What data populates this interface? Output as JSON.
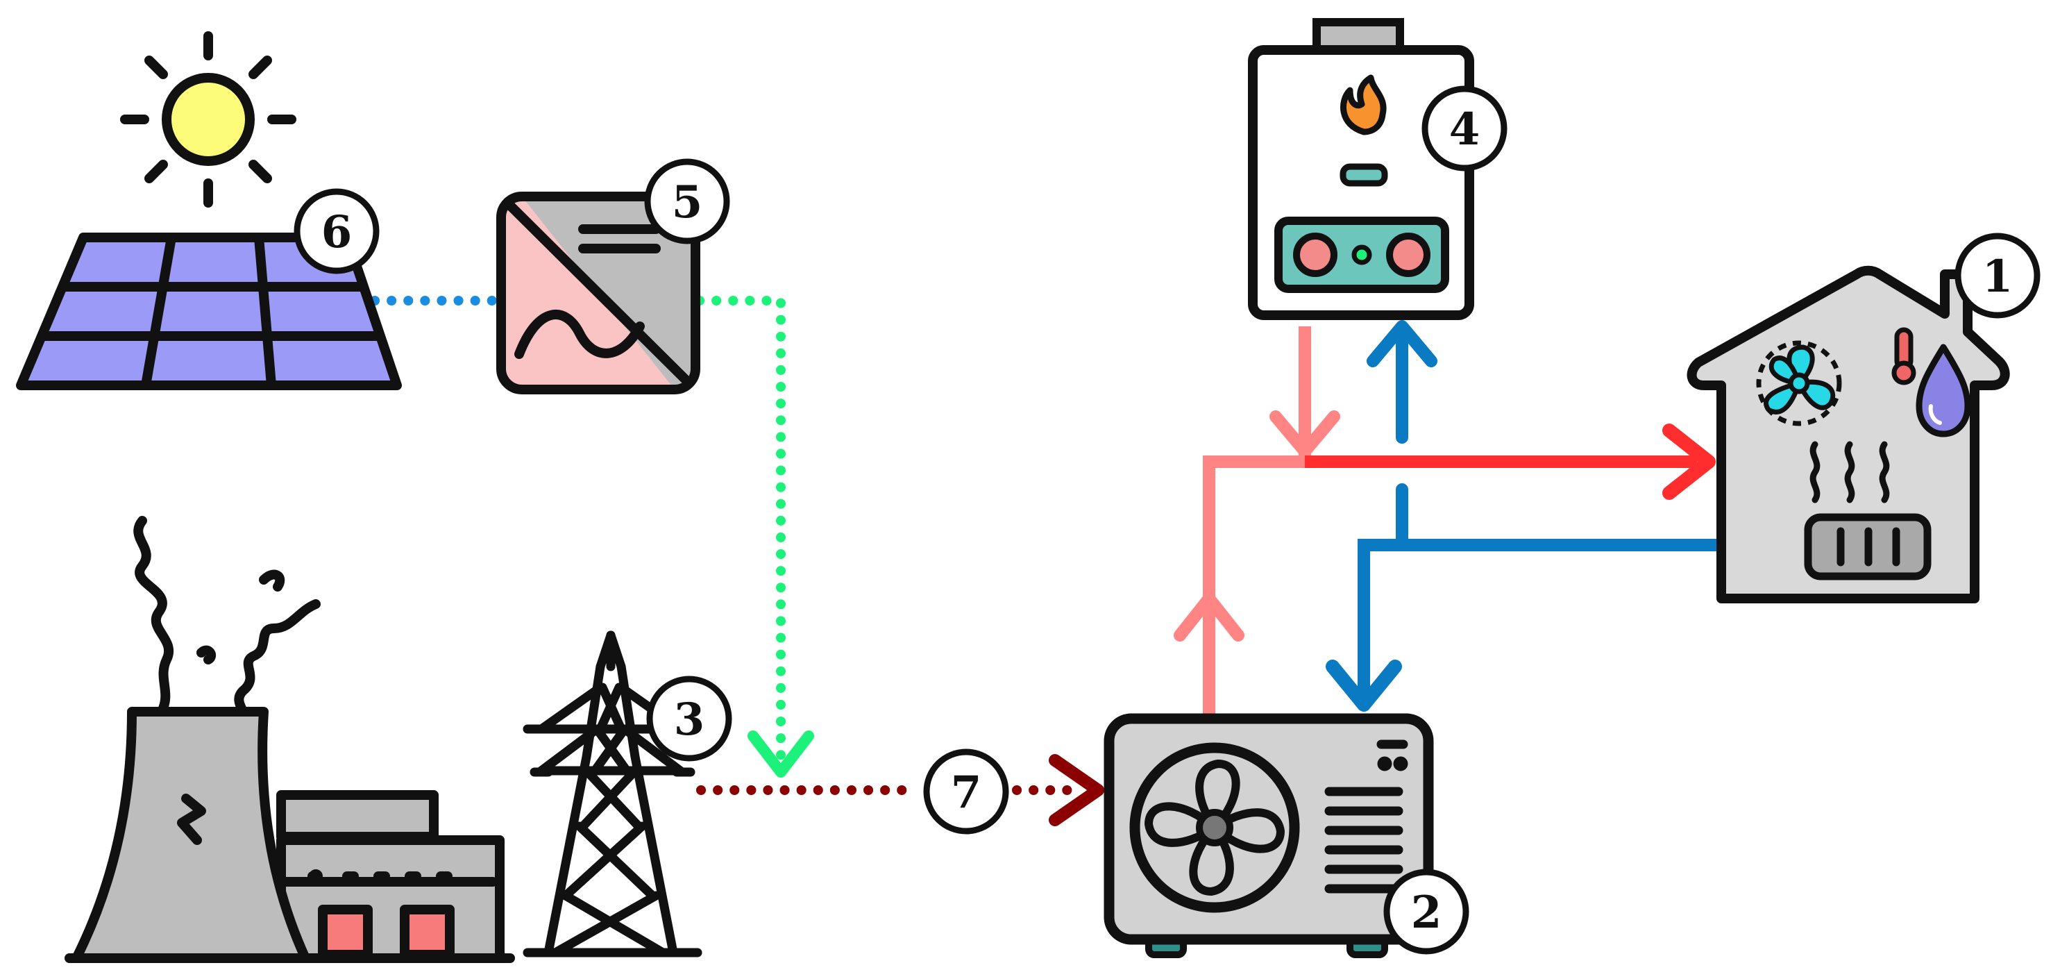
{
  "colors": {
    "outline": "#111111",
    "sun": "#fdfb7a",
    "panel": "#9b9bf7",
    "inverter_pink": "#fbc4c4",
    "inverter_gray": "#bdbdbd",
    "device_gray": "#d2d2d2",
    "boiler_body": "#ffffff",
    "boiler_panel": "#6cc6bc",
    "knob": "#f48b8b",
    "flame": "#f7932f",
    "hot_water": "#ff2d2d",
    "hot_light": "#ff8585",
    "cold_water": "#0a7bc2",
    "solar_dc": "#1a8de0",
    "ac_green": "#1cf27a",
    "grid_power": "#8b0000",
    "fan_cyan": "#27d8e6",
    "drop_purple": "#8a83e6",
    "thermo_red": "#f06565",
    "window_red": "#f77b7b",
    "feet": "#2f8f8a"
  },
  "components": [
    {
      "number": "1",
      "icon": "house-icon"
    },
    {
      "number": "2",
      "icon": "heat-pump-outdoor-unit-icon"
    },
    {
      "number": "3",
      "icon": "transmission-tower-icon"
    },
    {
      "number": "4",
      "icon": "gas-boiler-icon"
    },
    {
      "number": "5",
      "icon": "inverter-icon"
    },
    {
      "number": "6",
      "icon": "solar-panel-icon"
    },
    {
      "number": "7",
      "icon": "power-flow-label"
    }
  ],
  "icons": [
    "sun-icon",
    "power-plant-icon",
    "fan-icon",
    "thermometer-icon",
    "water-drop-icon",
    "radiator-icon",
    "flame-icon"
  ]
}
